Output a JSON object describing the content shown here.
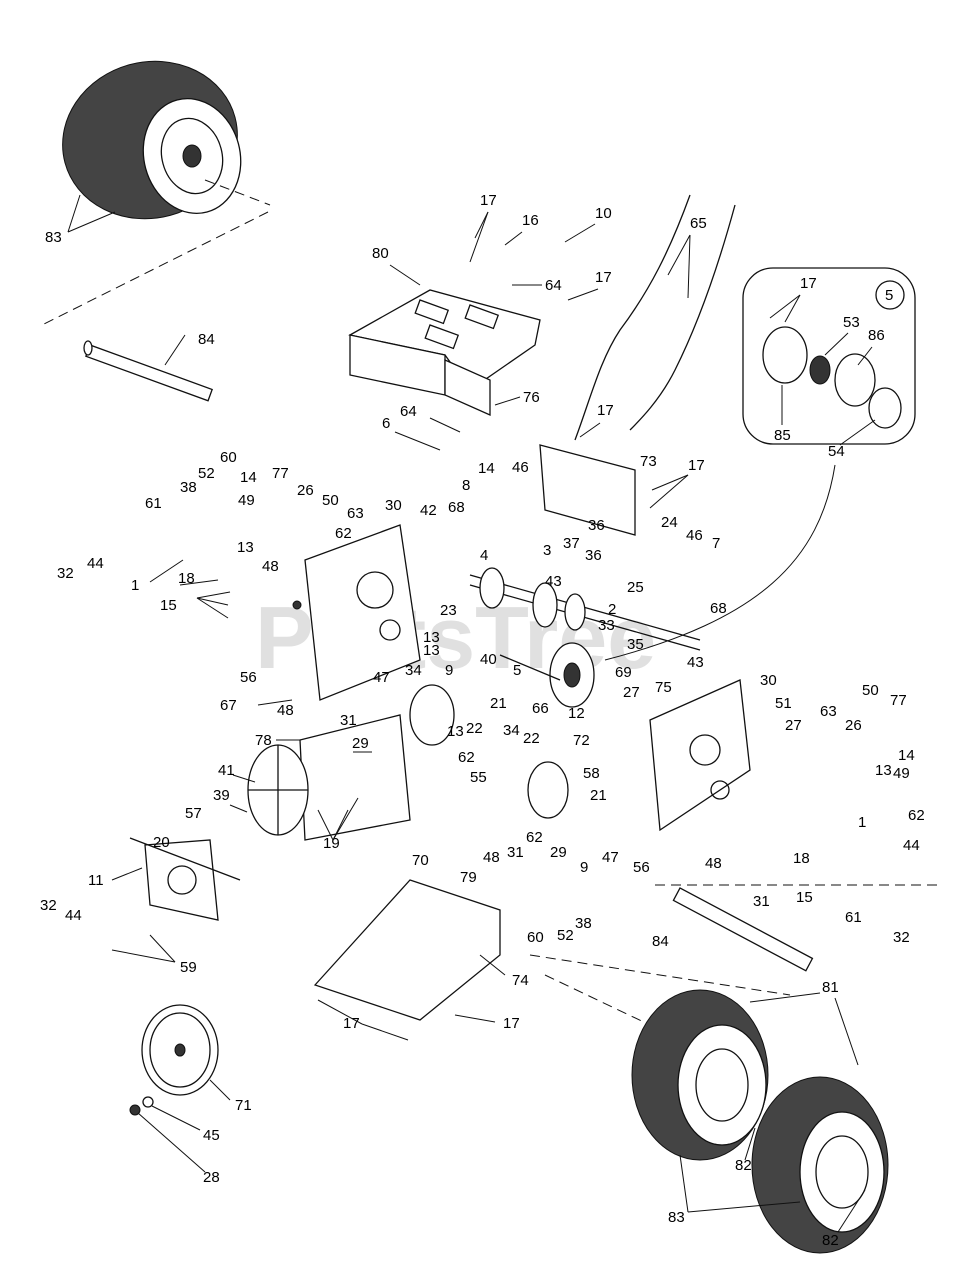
{
  "watermark": "PartsTree",
  "inset_badge": "5",
  "callouts": [
    "17",
    "16",
    "10",
    "65",
    "80",
    "64",
    "17",
    "84",
    "83",
    "76",
    "64",
    "6",
    "14",
    "17",
    "73",
    "17",
    "46",
    "8",
    "36",
    "24",
    "61",
    "52",
    "38",
    "60",
    "14",
    "77",
    "26",
    "50",
    "63",
    "30",
    "42",
    "68",
    "37",
    "3",
    "36",
    "46",
    "7",
    "4",
    "49",
    "13",
    "62",
    "43",
    "25",
    "32",
    "44",
    "1",
    "18",
    "48",
    "2",
    "15",
    "33",
    "68",
    "23",
    "13",
    "35",
    "43",
    "56",
    "13",
    "40",
    "5",
    "69",
    "34",
    "47",
    "9",
    "21",
    "27",
    "75",
    "30",
    "67",
    "48",
    "31",
    "51",
    "66",
    "12",
    "50",
    "77",
    "63",
    "26",
    "14",
    "78",
    "29",
    "22",
    "72",
    "34",
    "22",
    "27",
    "13",
    "13",
    "62",
    "55",
    "58",
    "49",
    "62",
    "21",
    "41",
    "39",
    "57",
    "20",
    "19",
    "70",
    "48",
    "31",
    "62",
    "29",
    "9",
    "47",
    "56",
    "18",
    "1",
    "44",
    "48",
    "15",
    "61",
    "31",
    "11",
    "32",
    "44",
    "59",
    "79",
    "60",
    "52",
    "38",
    "84",
    "32",
    "74",
    "17",
    "17",
    "81",
    "71",
    "45",
    "28",
    "82",
    "83",
    "82",
    "17",
    "53",
    "86",
    "85",
    "54"
  ]
}
